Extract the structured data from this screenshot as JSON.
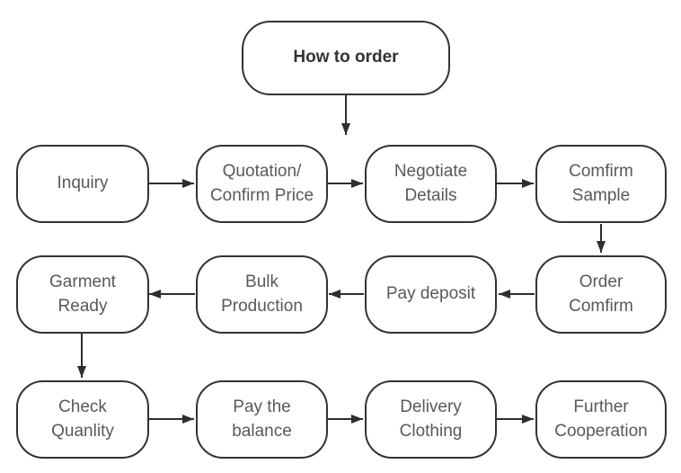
{
  "diagram": {
    "title": "How to order",
    "colors": {
      "background": "#ffffff",
      "border": "#333333",
      "arrow": "#2e2e2e",
      "text": "#595959",
      "title_text": "#333333"
    },
    "nodes": [
      {
        "id": "how-to-order",
        "label": "How to order"
      },
      {
        "id": "inquiry",
        "label": "Inquiry"
      },
      {
        "id": "quotation-confirm-price",
        "label": "Quotation/\nConfirm Price"
      },
      {
        "id": "negotiate-details",
        "label": "Negotiate\nDetails"
      },
      {
        "id": "comfirm-sample",
        "label": "Comfirm\nSample"
      },
      {
        "id": "order-comfirm",
        "label": "Order\nComfirm"
      },
      {
        "id": "pay-deposit",
        "label": "Pay deposit"
      },
      {
        "id": "bulk-production",
        "label": "Bulk\nProduction"
      },
      {
        "id": "garment-ready",
        "label": "Garment\nReady"
      },
      {
        "id": "check-quanlity",
        "label": "Check\nQuanlity"
      },
      {
        "id": "pay-the-balance",
        "label": "Pay the\nbalance"
      },
      {
        "id": "delivery-clothing",
        "label": "Delivery\nClothing"
      },
      {
        "id": "further-cooperation",
        "label": "Further\nCooperation"
      }
    ],
    "edges": [
      {
        "from": "how-to-order",
        "direction": "down"
      },
      {
        "from": "inquiry",
        "to": "quotation-confirm-price",
        "direction": "right"
      },
      {
        "from": "quotation-confirm-price",
        "to": "negotiate-details",
        "direction": "right"
      },
      {
        "from": "negotiate-details",
        "to": "comfirm-sample",
        "direction": "right"
      },
      {
        "from": "comfirm-sample",
        "to": "order-comfirm",
        "direction": "down"
      },
      {
        "from": "order-comfirm",
        "to": "pay-deposit",
        "direction": "left"
      },
      {
        "from": "pay-deposit",
        "to": "bulk-production",
        "direction": "left"
      },
      {
        "from": "bulk-production",
        "to": "garment-ready",
        "direction": "left"
      },
      {
        "from": "garment-ready",
        "to": "check-quanlity",
        "direction": "down"
      },
      {
        "from": "check-quanlity",
        "to": "pay-the-balance",
        "direction": "right"
      },
      {
        "from": "pay-the-balance",
        "to": "delivery-clothing",
        "direction": "right"
      },
      {
        "from": "delivery-clothing",
        "to": "further-cooperation",
        "direction": "right"
      }
    ]
  }
}
